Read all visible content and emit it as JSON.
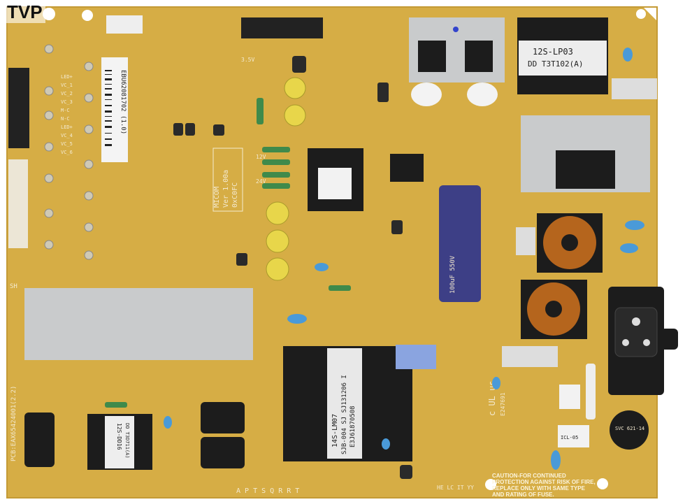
{
  "watermark": "TVP",
  "colors": {
    "board": "#d6ad45",
    "silkscreen": "#f4ead0",
    "heatsink": "#c9cbcc",
    "component_black": "#1c1c1c",
    "cap_yellow": "#e8d64a",
    "cap_purple": "#3d3f86"
  },
  "labels": {
    "transformer_top": "12S-LP03",
    "transformer_top_code": "DD T3T102(A)",
    "micom_line1": "MICOM",
    "micom_line2": "Ver 1.00a",
    "micom_line3": "0xC0FC",
    "barcode": "EBU62081702 (1.0)",
    "pcb": "PCB:EAX65424001(2.2)",
    "main_transformer_1": "14S-LM07",
    "main_transformer_2": "SJB-004 SJ SJ131206 I",
    "main_transformer_3": "E3J61870508",
    "small_transformer": "12S-DD16",
    "small_transformer_code": "DD T3D711(A)",
    "voltage_12v": "12V",
    "voltage_24v": "24V",
    "voltage_35v": "3.5V",
    "ul_mark": "c UL us",
    "ul_number": "E247691",
    "thermistor": "ICL-05",
    "varistor": "SVC 621-14",
    "caution": "CAUTION-FOR CONTINUED PROTECTION AGAINST RISK OF FIRE, REPLACE ONLY WITH SAME TYPE AND RATING OF FUSE.",
    "cap_rating": "100uF 550V",
    "led_pins": [
      "LED+",
      "VC_1",
      "VC_2",
      "VC_3",
      "M-C",
      "N-C",
      "LED+",
      "VC_4",
      "VC_5",
      "VC_6"
    ],
    "bottom_letters": "A P T S Q R R T",
    "corner_letters": "HE LC IT YY",
    "sh": "SH"
  }
}
